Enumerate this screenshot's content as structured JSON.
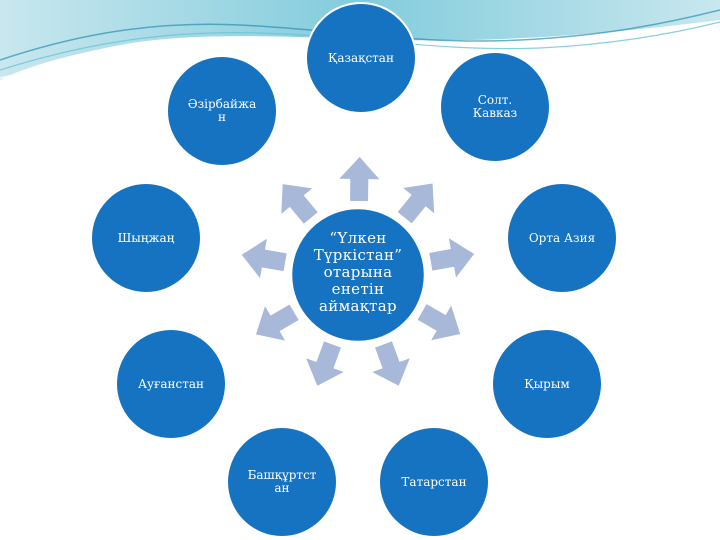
{
  "diagram": {
    "center": {
      "label": "“Үлкен\nТүркістан”\nотарына\nенетін\nаймақтар"
    },
    "nodes": [
      {
        "id": "kazakhstan",
        "label": "Қазақстан"
      },
      {
        "id": "north-caucasus",
        "label": "Солт.\nКавказ"
      },
      {
        "id": "central-asia",
        "label": "Орта Азия"
      },
      {
        "id": "crimea",
        "label": "Қырым"
      },
      {
        "id": "tatarstan",
        "label": "Татарстан"
      },
      {
        "id": "bashkortostan",
        "label": "Башқұртст\nан"
      },
      {
        "id": "afghanistan",
        "label": "Ауғанстан"
      },
      {
        "id": "xinjiang",
        "label": "Шыңжаң"
      },
      {
        "id": "azerbaijan",
        "label": "Әзірбайжа\nн"
      }
    ]
  },
  "colors": {
    "node_fill": "#1673c2",
    "node_stroke": "#ffffff",
    "arrow_fill": "#a7b8d9",
    "wave_light": "#bfe3ec",
    "wave_mid": "#6cc3d6",
    "wave_dark": "#2f8fb0"
  }
}
